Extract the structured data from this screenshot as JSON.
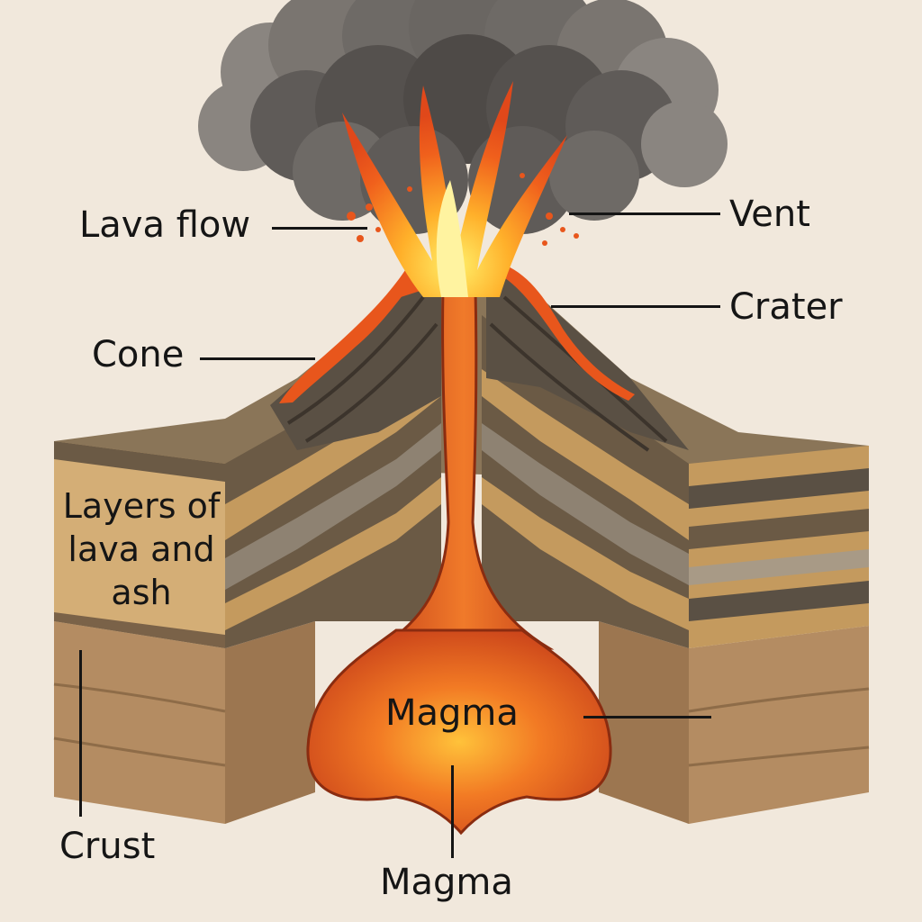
{
  "labels": {
    "lava_flow": "Lava flow",
    "vent": "Vent",
    "crater": "Crater",
    "cone": "Cone",
    "layers": "Layers of lava and ash",
    "magma_chamber": "Magma",
    "magma": "Magma",
    "crust": "Crust"
  },
  "colors": {
    "background": "#f1e8dc",
    "lava": "#e8561c",
    "lava_bright": "#ffd23a",
    "magma": "#e45a1e",
    "ash_cloud": "#6e6a66",
    "dark_layer": "#5a5044",
    "tan_layer": "#c49a5e",
    "crust": "#b48c62",
    "ink": "#151515"
  }
}
